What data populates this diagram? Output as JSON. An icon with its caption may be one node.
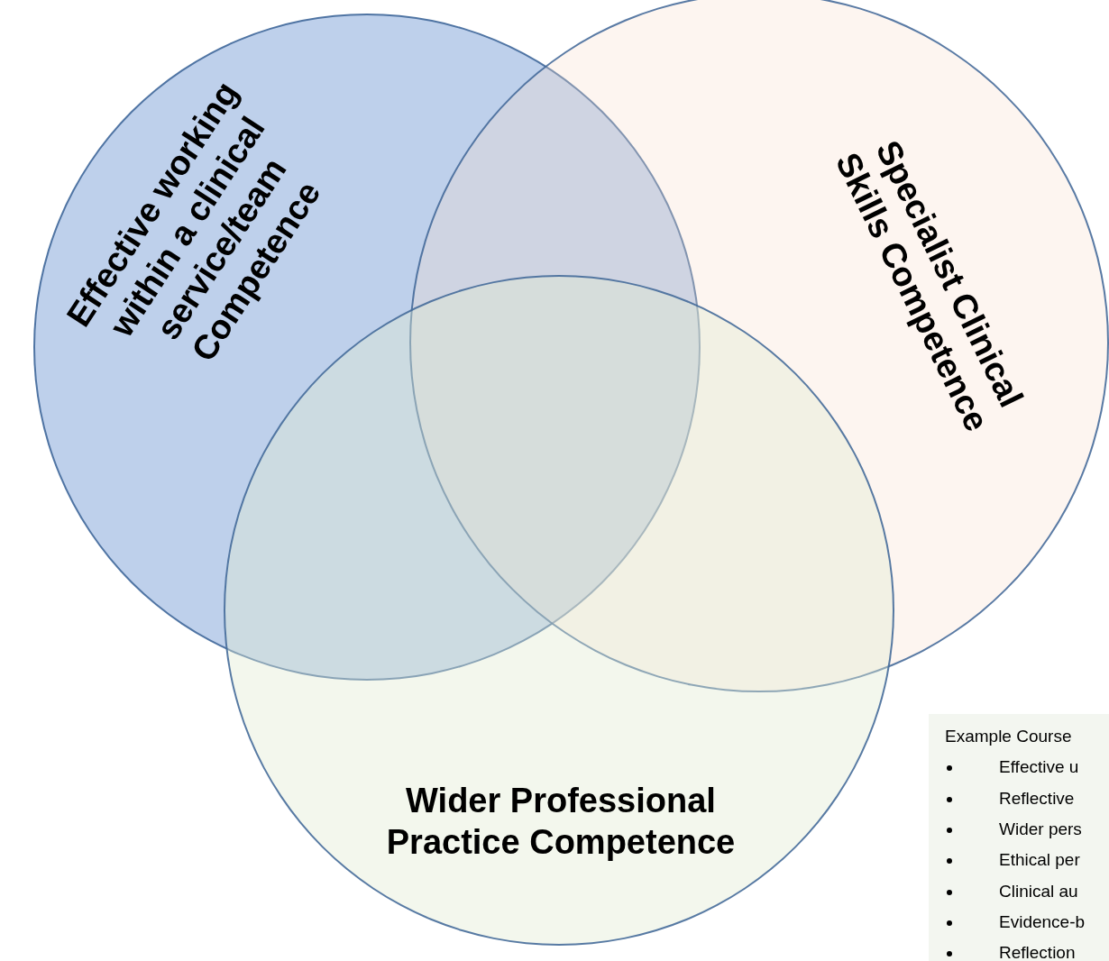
{
  "diagram": {
    "nodes": [
      {
        "text": [
          "Effective working within a clinical service/team Competence"
        ]
      },
      {
        "text": [
          "Specialist Clinical Skills Competence"
        ]
      },
      {
        "text": [
          "Wider Professional Practice Competence"
        ]
      },
      {
        "text": [
          "Example Course",
          "Effective u",
          "Reflective",
          "Wider pers",
          "Ethical per",
          "Clinical au",
          "Evidence-b",
          "Reflection"
        ]
      }
    ]
  }
}
